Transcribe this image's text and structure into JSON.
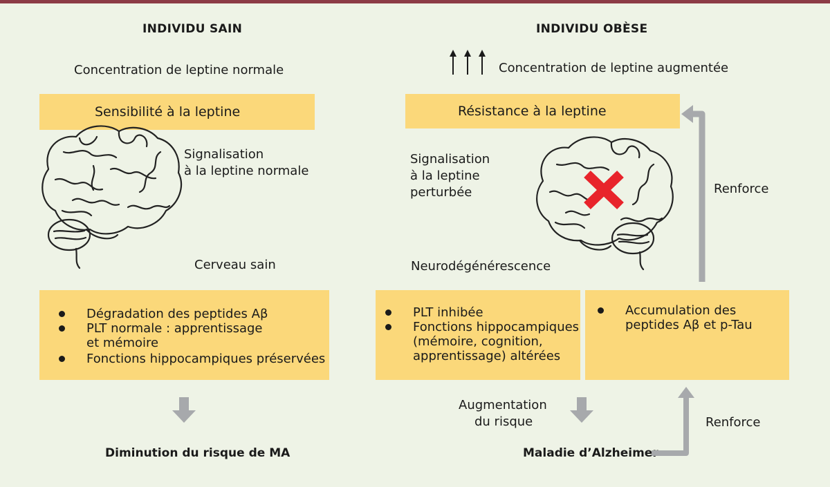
{
  "left": {
    "title": "INDIVIDU SAIN",
    "concentration": "Concentration de leptine normale",
    "sensitivity_box": "Sensibilité à la leptine",
    "signaling_line1": "Signalisation",
    "signaling_line2": "à la leptine normale",
    "brain_caption": "Cerveau sain",
    "bullets": [
      "Dégradation des peptides Aβ",
      "PLT normale : apprentissage\net mémoire",
      "Fonctions hippocampiques préservées"
    ],
    "outcome": "Diminution du risque de MA"
  },
  "right": {
    "title": "INDIVIDU OBÈSE",
    "concentration": "Concentration de leptine augmentée",
    "resistance_box": "Résistance à la leptine",
    "signaling_line1": "Signalisation",
    "signaling_line2": "à la leptine",
    "signaling_line3": "perturbée",
    "brain_caption": "Neurodégénérescence",
    "bullets_left": [
      "PLT inhibée",
      "Fonctions hippocampiques\n(mémoire, cognition,\napprentissage) altérées"
    ],
    "bullets_right": [
      "Accumulation des\npeptides Aβ et p-Tau"
    ],
    "risk_line1": "Augmentation",
    "risk_line2": "du risque",
    "outcome": "Maladie d’Alzheimer",
    "reinforce_top": "Renforce",
    "reinforce_bottom": "Renforce"
  },
  "colors": {
    "background": "#eef3e6",
    "box": "#fbd87a",
    "top_bar": "#8c3b46",
    "gray_arrow": "#a7a9ac",
    "cross": "#e8242b"
  }
}
